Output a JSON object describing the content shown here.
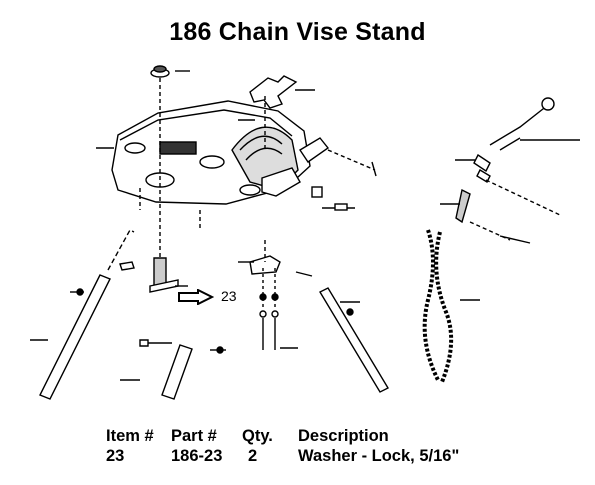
{
  "title": "186 Chain Vise Stand",
  "callout": {
    "item": "23",
    "arrow_icon": "right-arrow-icon"
  },
  "parts_table": {
    "headers": [
      "Item #",
      "Part #",
      "Qty.",
      "Description"
    ],
    "rows": [
      [
        "23",
        "186-23",
        "2",
        "Washer - Lock, 5/16\""
      ]
    ]
  }
}
